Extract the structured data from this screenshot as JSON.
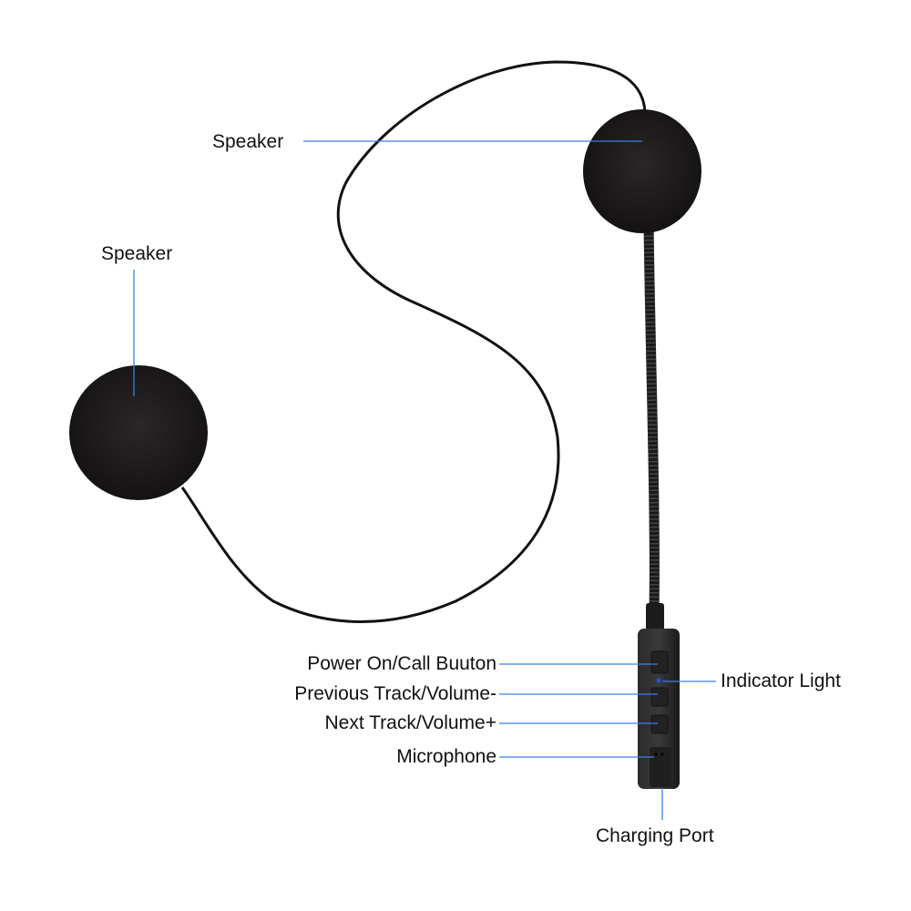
{
  "labels": {
    "speaker_right": "Speaker",
    "speaker_left": "Speaker",
    "power_button": "Power On/Call Buuton",
    "previous_track": "Previous Track/Volume-",
    "next_track": "Next Track/Volume+",
    "microphone": "Microphone",
    "indicator_light": "Indicator Light",
    "charging_port": "Charging Port"
  },
  "colors": {
    "leader_line": "#3a80e6",
    "foam": "#1c1a1a",
    "cable": "#111111",
    "indicator": "#2b4fd8"
  }
}
